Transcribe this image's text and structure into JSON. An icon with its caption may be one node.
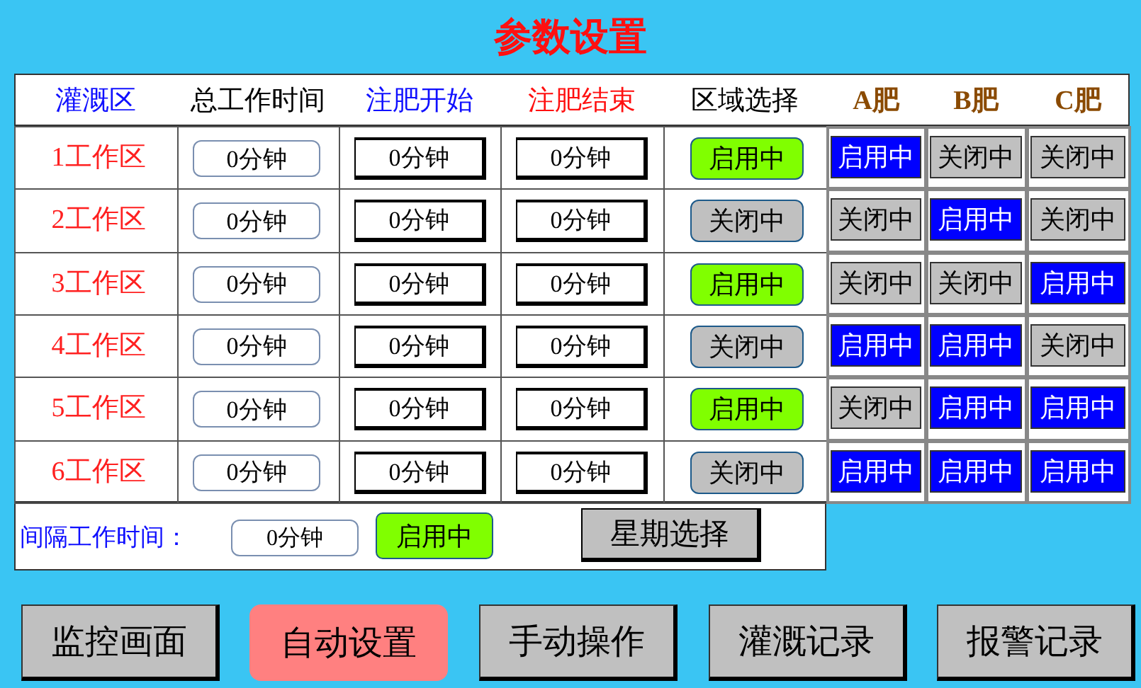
{
  "diagram": {
    "title": "参数设置",
    "labels": [
      "灌溉区",
      "总工作时间",
      "注肥开始",
      "注肥结束",
      "区域选择",
      "A肥",
      "B肥",
      "C肥",
      "1工作区",
      "0分钟",
      "0分钟",
      "0分钟",
      "启用中",
      "启用中",
      "关闭中",
      "关闭中",
      "2工作区",
      "0分钟",
      "0分钟",
      "0分钟",
      "关闭中",
      "关闭中",
      "启用中",
      "关闭中",
      "3工作区",
      "0分钟",
      "0分钟",
      "0分钟",
      "启用中",
      "关闭中",
      "关闭中",
      "启用中",
      "4工作区",
      "0分钟",
      "0分钟",
      "0分钟",
      "关闭中",
      "启用中",
      "启用中",
      "关闭中",
      "5工作区",
      "0分钟",
      "0分钟",
      "0分钟",
      "启用中",
      "关闭中",
      "启用中",
      "启用中",
      "6工作区",
      "0分钟",
      "0分钟",
      "0分钟",
      "关闭中",
      "启用中",
      "启用中",
      "启用中",
      "间隔工作时间：",
      "0分钟",
      "启用中",
      "星期选择",
      "监控画面",
      "自动设置",
      "手动操作",
      "灌溉记录",
      "报警记录"
    ]
  }
}
